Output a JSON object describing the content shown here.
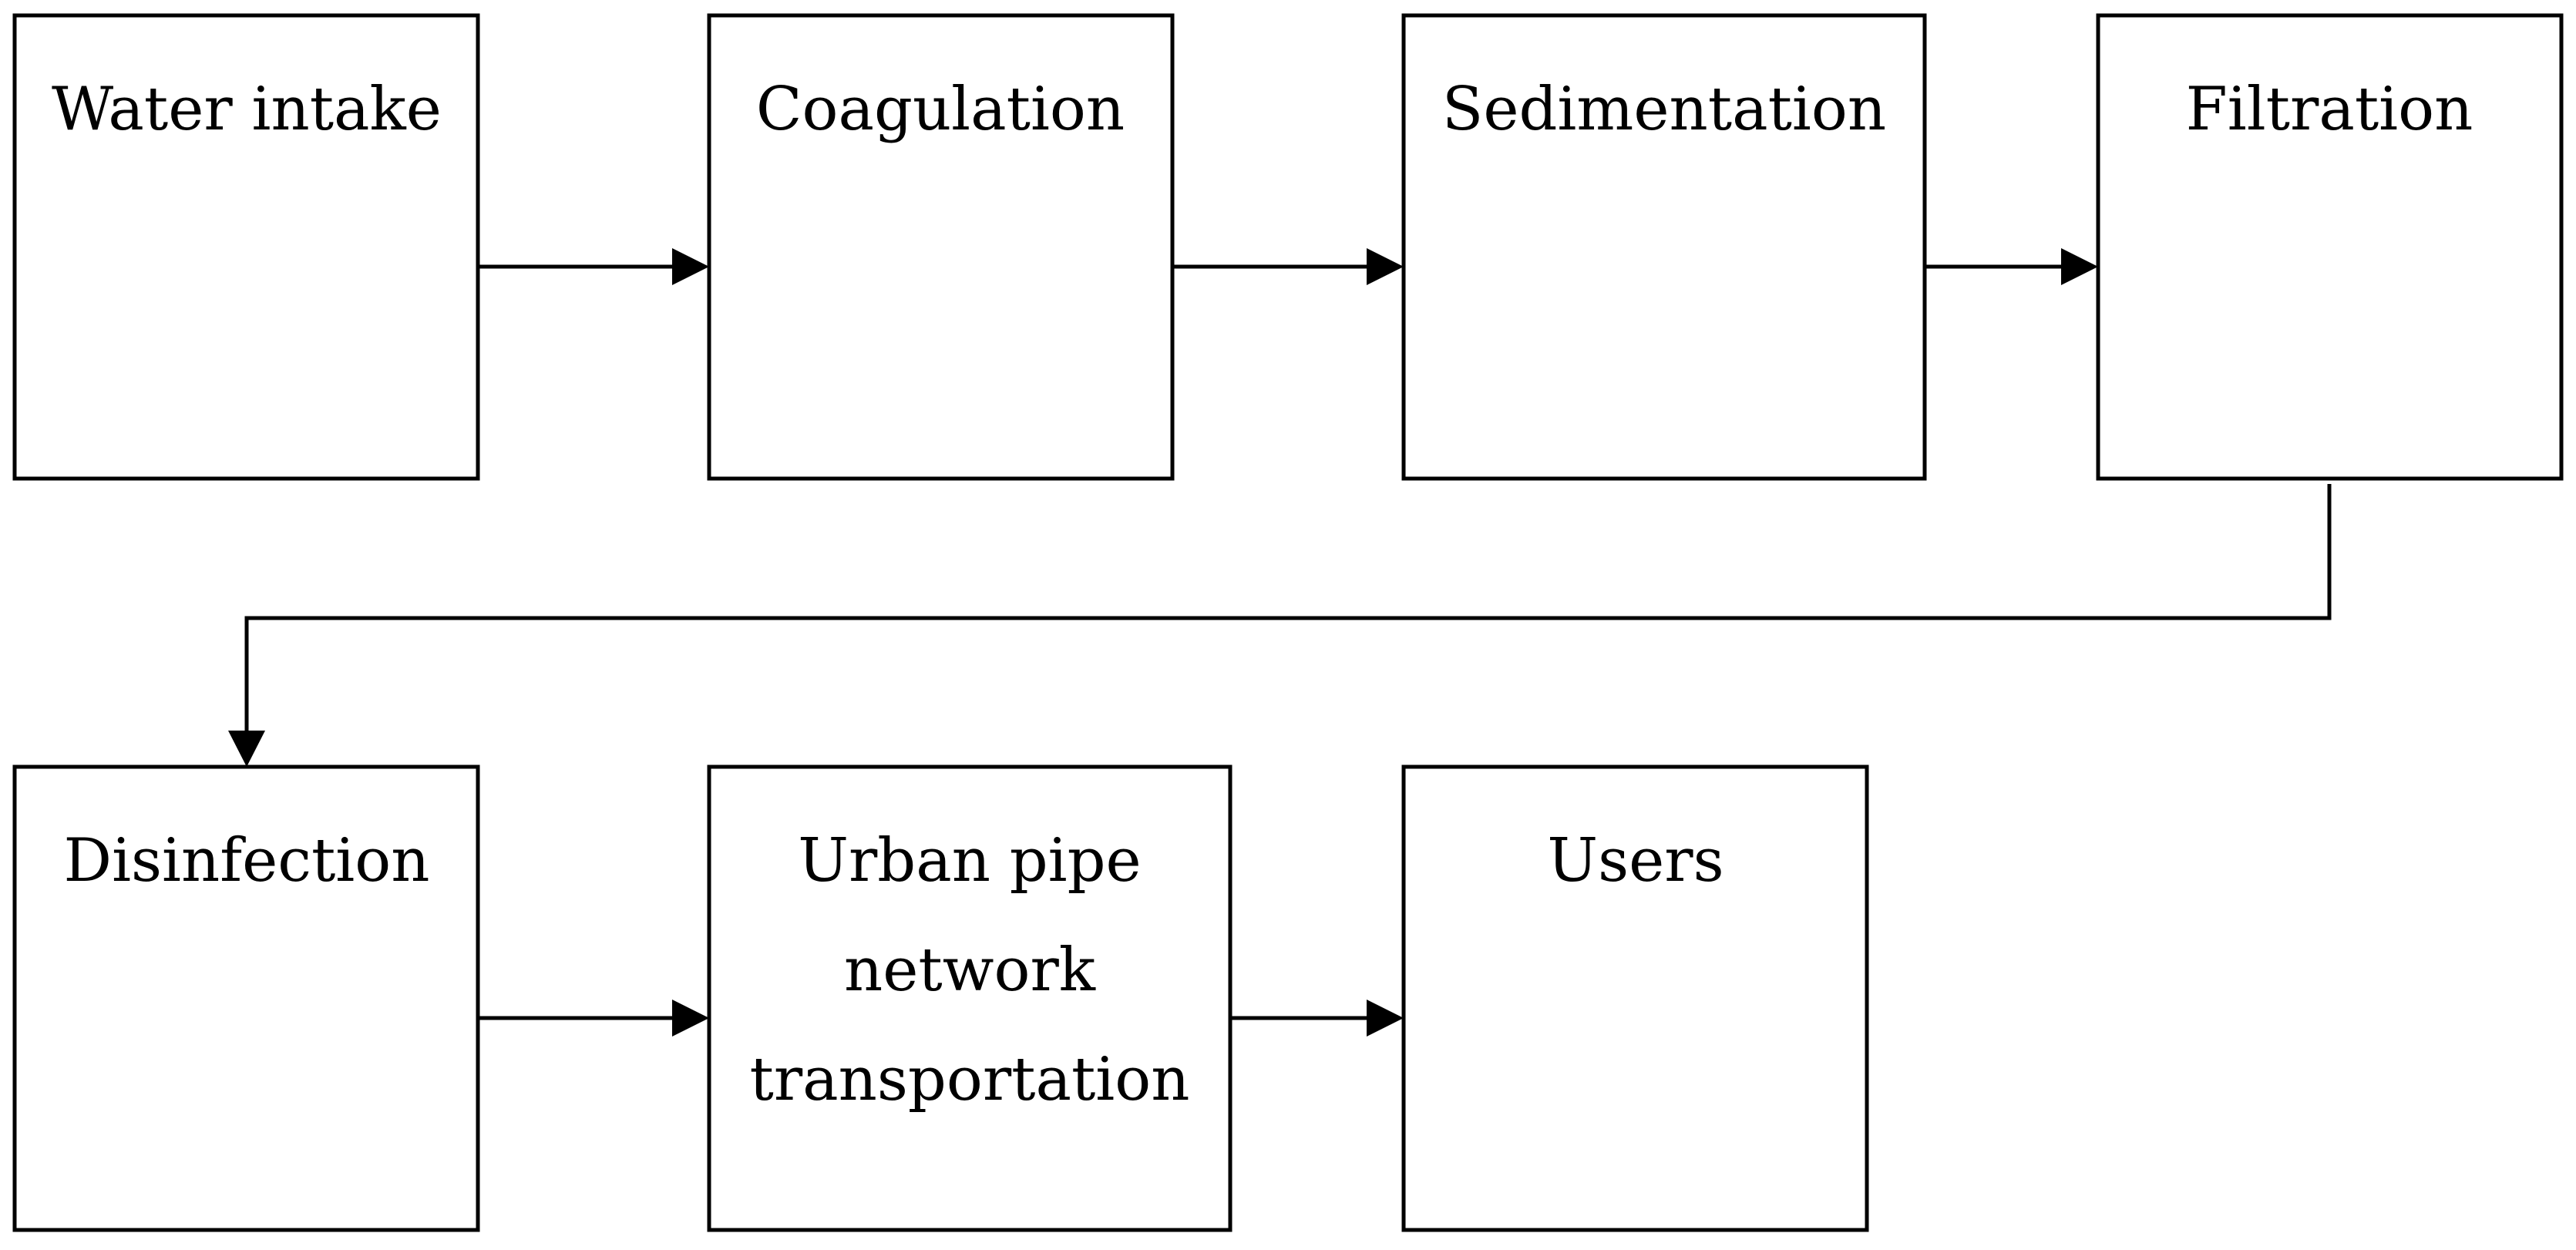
{
  "diagram": {
    "steps": [
      {
        "id": "water-intake",
        "lines": [
          "Water intake"
        ]
      },
      {
        "id": "coagulation",
        "lines": [
          "Coagulation"
        ]
      },
      {
        "id": "sedimentation",
        "lines": [
          "Sedimentation"
        ]
      },
      {
        "id": "filtration",
        "lines": [
          "Filtration"
        ]
      },
      {
        "id": "disinfection",
        "lines": [
          "Disinfection"
        ]
      },
      {
        "id": "urban-pipe-network-transportation",
        "lines": [
          "Urban pipe",
          "network",
          "transportation"
        ]
      },
      {
        "id": "users",
        "lines": [
          "Users"
        ]
      }
    ],
    "flow": [
      {
        "from": "water-intake",
        "to": "coagulation"
      },
      {
        "from": "coagulation",
        "to": "sedimentation"
      },
      {
        "from": "sedimentation",
        "to": "filtration"
      },
      {
        "from": "filtration",
        "to": "disinfection"
      },
      {
        "from": "disinfection",
        "to": "urban-pipe-network-transportation"
      },
      {
        "from": "urban-pipe-network-transportation",
        "to": "users"
      }
    ],
    "colors": {
      "stroke": "#000000",
      "fill": "#ffffff",
      "text": "#000000"
    }
  }
}
